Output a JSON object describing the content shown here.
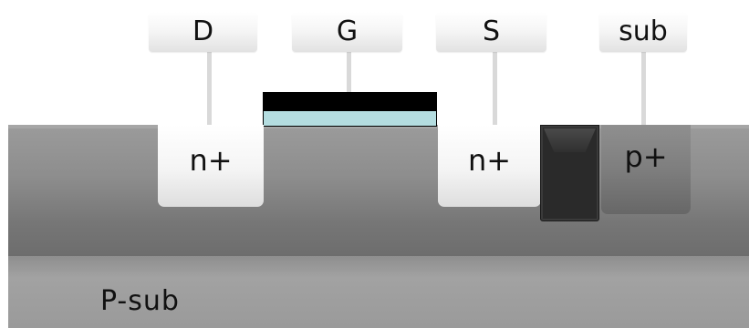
{
  "terminals": {
    "drain": "D",
    "gate": "G",
    "source": "S",
    "substrate": "sub"
  },
  "regions": {
    "drain_diffusion": "n+",
    "source_diffusion": "n+",
    "body_contact": "p+",
    "substrate": "P-sub"
  },
  "colors": {
    "gate_metal": "#000000",
    "gate_oxide": "#b4dde0",
    "isolation": "#2a2a2a",
    "n_plus": "#f4f4f4",
    "p_plus": "#7e7e7e",
    "well": "#8d8d8d"
  }
}
